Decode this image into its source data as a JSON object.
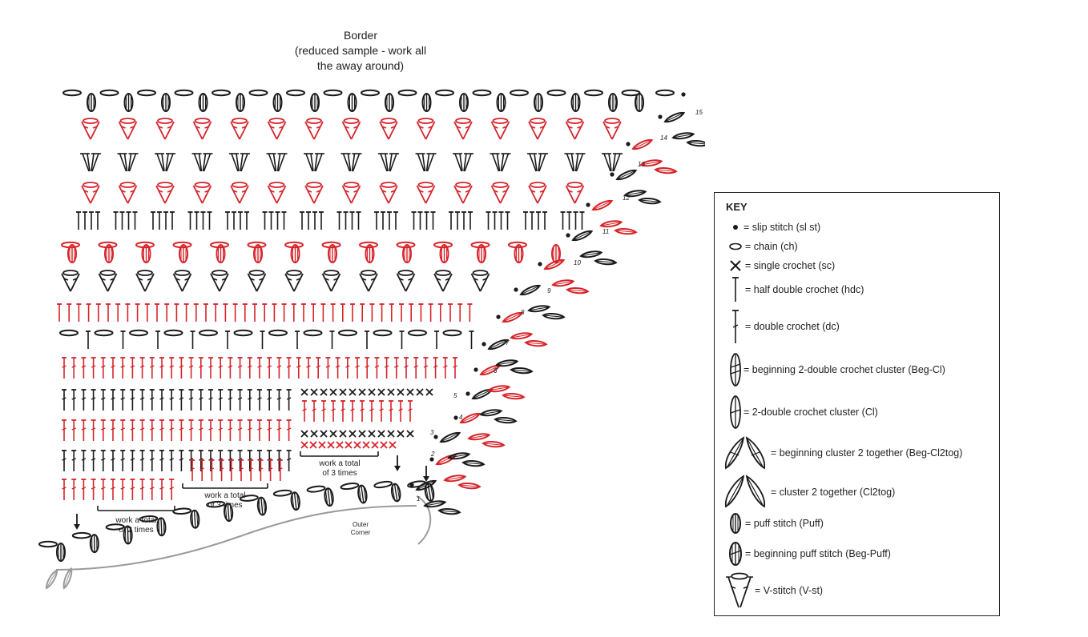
{
  "title": {
    "line1": "Border",
    "line2": "(reduced sample - work all",
    "line3": "the away around)"
  },
  "notes": {
    "two_times": [
      "work a total",
      "of 2 times"
    ],
    "three_times_a": [
      "work a total",
      "of 3 times"
    ],
    "three_times_b": [
      "work a total",
      "of 3 times"
    ],
    "outer_corner": [
      "Outer",
      "Corner"
    ]
  },
  "round_numbers": [
    "1",
    "2",
    "3",
    "4",
    "5",
    "6",
    "7",
    "8",
    "9",
    "10",
    "11",
    "12",
    "13",
    "14",
    "15"
  ],
  "colors": {
    "black": "#1a1a1a",
    "red": "#d6242a",
    "grey": "#9a9a9a"
  },
  "key": {
    "title": "KEY",
    "items": [
      {
        "icon": "slip-stitch-icon",
        "label": "= slip stitch (sl st)"
      },
      {
        "icon": "chain-icon",
        "label": "= chain (ch)"
      },
      {
        "icon": "single-crochet-icon",
        "label": "= single crochet (sc)"
      },
      {
        "icon": "half-double-crochet-icon",
        "label": "= half double crochet (hdc)"
      },
      {
        "icon": "double-crochet-icon",
        "label": "= double crochet (dc)"
      },
      {
        "icon": "beginning-cluster-icon",
        "label": "= beginning 2-double crochet cluster (Beg-Cl)"
      },
      {
        "icon": "cluster-icon",
        "label": "= 2-double crochet cluster (Cl)"
      },
      {
        "icon": "beginning-cluster-2-together-icon",
        "label": "= beginning cluster 2 together (Beg-Cl2tog)"
      },
      {
        "icon": "cluster-2-together-icon",
        "label": "= cluster 2 together (Cl2tog)"
      },
      {
        "icon": "puff-stitch-icon",
        "label": "= puff stitch (Puff)"
      },
      {
        "icon": "beginning-puff-stitch-icon",
        "label": "= beginning puff stitch (Beg-Puff)"
      },
      {
        "icon": "v-stitch-icon",
        "label": "= V-stitch (V-st)"
      }
    ]
  }
}
